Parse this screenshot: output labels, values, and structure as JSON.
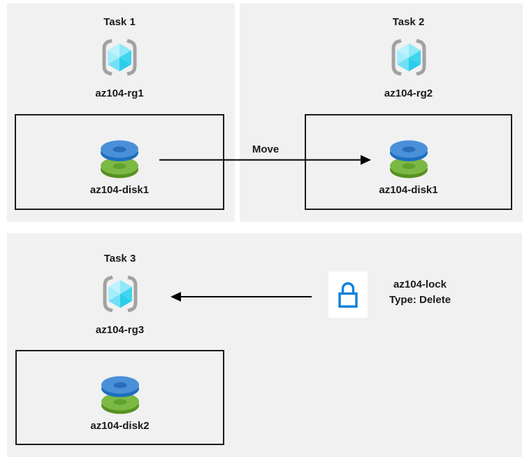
{
  "tasks": [
    {
      "title": "Task 1",
      "resource_group": "az104-rg1",
      "disk": "az104-disk1"
    },
    {
      "title": "Task 2",
      "resource_group": "az104-rg2",
      "disk": "az104-disk1"
    },
    {
      "title": "Task 3",
      "resource_group": "az104-rg3",
      "disk": "az104-disk2"
    }
  ],
  "move_arrow": {
    "label": "Move"
  },
  "lock": {
    "name": "az104-lock",
    "type": "Type: Delete"
  },
  "icons": {
    "resource_group": "azure-resource-group-icon",
    "disk": "azure-disk-icon",
    "lock": "lock-icon"
  },
  "colors": {
    "canvas_bg": "#ffffff",
    "panel_bg": "#f1f1f1",
    "box_border": "#1b1b1b",
    "text": "#1b1b1b",
    "arrow": "#000000",
    "lock_blue": "#1180d8",
    "disk_blue": "#4a90d9",
    "disk_blue_dark": "#1d6fc0",
    "disk_blue_hole": "#2a6dbd",
    "disk_green": "#7cb944",
    "disk_green_dark": "#579122",
    "disk_green_hole": "#61a22e",
    "rg_bracket_gray": "#a2a2a2",
    "rg_cube_light": "#bef2fc",
    "rg_cube_dark": "#2bcdeb"
  }
}
